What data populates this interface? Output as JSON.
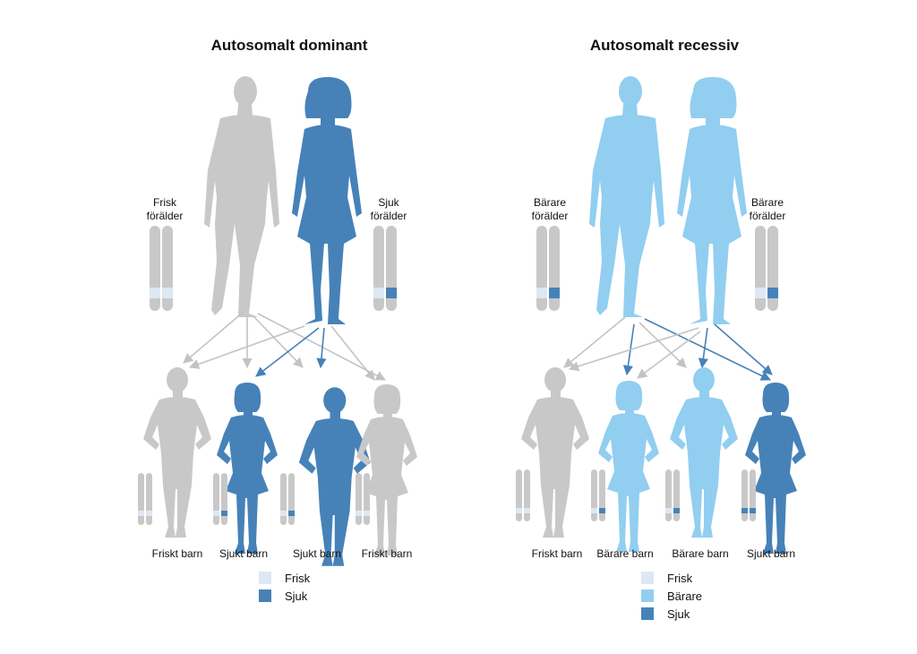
{
  "colors": {
    "unaffected": "#c8c8c8",
    "affected": "#4682b8",
    "carrier": "#92cef0",
    "healthy_allele": "#dde8f3",
    "arrow_gray": "#c3c3c3",
    "arrow_blue": "#4682b8"
  },
  "dominant": {
    "title": "Autosomalt dominant",
    "parent_left": {
      "line1": "Frisk",
      "line2": "förälder"
    },
    "parent_right": {
      "line1": "Sjuk",
      "line2": "förälder"
    },
    "children": [
      "Friskt barn",
      "Sjukt barn",
      "Sjukt barn",
      "Friskt barn"
    ],
    "legend": [
      "Frisk",
      "Sjuk"
    ]
  },
  "recessive": {
    "title": "Autosomalt recessiv",
    "parent_left": {
      "line1": "Bärare",
      "line2": "förälder"
    },
    "parent_right": {
      "line1": "Bärare",
      "line2": "förälder"
    },
    "children": [
      "Friskt barn",
      "Bärare barn",
      "Bärare barn",
      "Sjukt barn"
    ],
    "legend": [
      "Frisk",
      "Bärare",
      "Sjuk"
    ]
  }
}
